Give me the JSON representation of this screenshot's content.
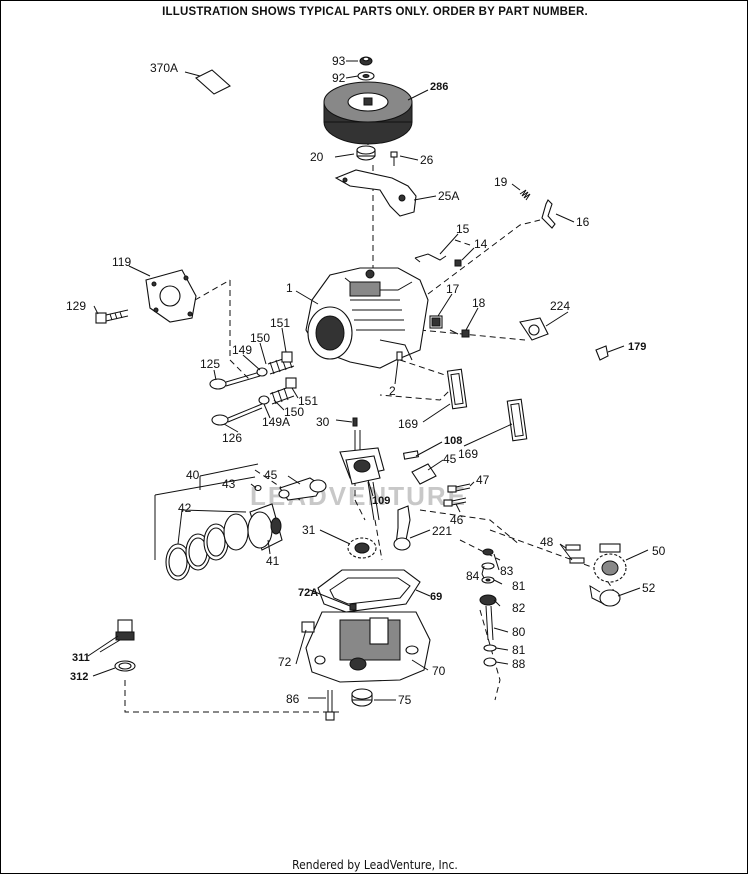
{
  "header": {
    "notice": "ILLUSTRATION SHOWS TYPICAL PARTS ONLY. ORDER BY PART NUMBER."
  },
  "footer": {
    "credit": "Rendered by LeadVenture, Inc."
  },
  "watermark": {
    "text": "LEADVENTURE"
  },
  "labels": {
    "p370A": "370A",
    "p93": "93",
    "p92": "92",
    "p286": "286",
    "p20": "20",
    "p26": "26",
    "p25A": "25A",
    "p19": "19",
    "p16": "16",
    "p15": "15",
    "p14": "14",
    "p119": "119",
    "p1": "1",
    "p17": "17",
    "p18": "18",
    "p224": "224",
    "p179": "179",
    "p129": "129",
    "p151a": "151",
    "p150a": "150",
    "p149": "149",
    "p125": "125",
    "p2": "2",
    "p150b": "150",
    "p151b": "151",
    "p149A": "149A",
    "p126": "126",
    "p30": "30",
    "p169a": "169",
    "p169b": "169",
    "p108": "108",
    "p45a": "45",
    "p45b": "45",
    "p40": "40",
    "p43": "43",
    "p109": "109",
    "p47": "47",
    "p46": "46",
    "p42": "42",
    "p41": "41",
    "p31": "31",
    "p221": "221",
    "p48": "48",
    "p50": "50",
    "p84": "84",
    "p83": "83",
    "p81a": "81",
    "p82": "82",
    "p72A": "72A",
    "p69": "69",
    "p52": "52",
    "p80": "80",
    "p81b": "81",
    "p88": "88",
    "p311": "311",
    "p312": "312",
    "p72": "72",
    "p70": "70",
    "p86": "86",
    "p75": "75"
  }
}
